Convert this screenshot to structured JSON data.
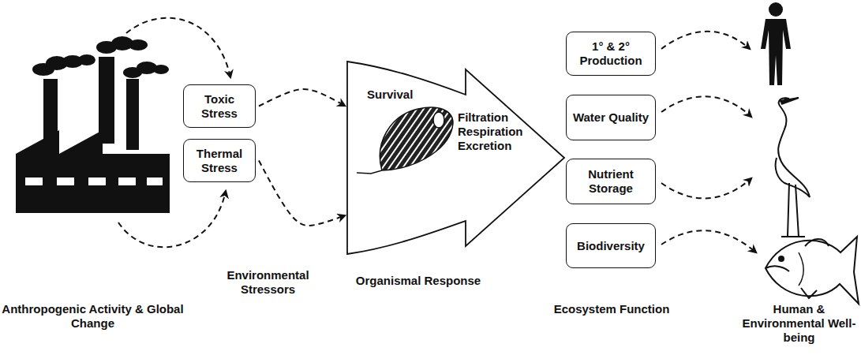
{
  "diagram": {
    "nodes": [
      {
        "text": [
          "Toxic Stress"
        ]
      },
      {
        "text": [
          "Thermal Stress"
        ]
      },
      {
        "text": [
          "Survival",
          "Filtration Respiration Excretion"
        ]
      },
      {
        "text": [
          "1° & 2° Production"
        ]
      },
      {
        "text": [
          "Water Quality"
        ]
      },
      {
        "text": [
          "Nutrient Storage"
        ]
      },
      {
        "text": [
          "Biodiversity"
        ]
      }
    ],
    "edges": [
      {
        "from": 0,
        "to": 2,
        "arrow": "to"
      },
      {
        "from": 1,
        "to": 2,
        "arrow": "to"
      }
    ],
    "labels": [
      "Anthropogenic Activity & Global Change",
      "Environmental Stressors",
      "Organismal Response",
      "Ecosystem Function",
      "Human & Environmental Well-being"
    ]
  }
}
